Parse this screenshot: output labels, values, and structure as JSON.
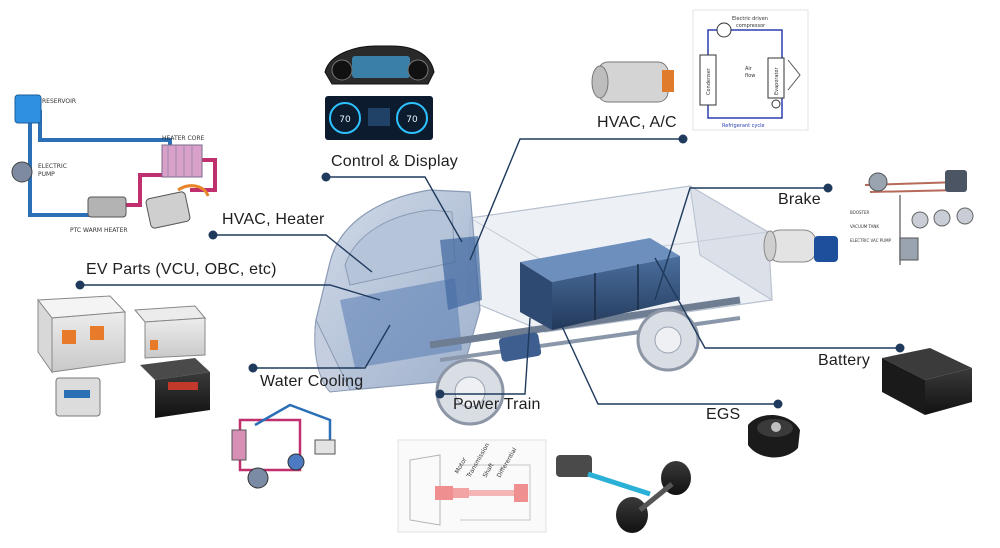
{
  "labels": {
    "hvac_ac": "HVAC, A/C",
    "control_display": "Control & Display",
    "hvac_heater": "HVAC, Heater",
    "ev_parts": "EV Parts (VCU, OBC, etc)",
    "water_cooling": "Water Cooling",
    "power_train": "Power Train",
    "brake": "Brake",
    "battery": "Battery",
    "egs": "EGS"
  },
  "heater_diagram": {
    "reservoir": "RESERVOIR",
    "electric_pump_1": "ELECTRIC",
    "electric_pump_2": "PUMP",
    "heater_core": "HEATER CORE",
    "ptc_heater": "PTC WARM HEATER"
  },
  "ac_diagram": {
    "compressor_1": "Electric driven",
    "compressor_2": "compressor",
    "condenser": "Condenser",
    "evaporator": "Evaporator",
    "air_flow_1": "Air",
    "air_flow_2": "flow",
    "cycle": "Refrigerant cycle"
  },
  "brake_diagram": {
    "booster": "BOOSTER",
    "vacuum_tank": "VACUUM TANK",
    "pump": "ELECTRIC VAC PUMP"
  },
  "drivetrain_diagram": {
    "motor": "Motor",
    "transmission": "Transmission",
    "shaft": "Shaft",
    "differential": "Differential"
  },
  "dashboard": {
    "left_gauge": "70",
    "right_gauge": "70"
  },
  "colors": {
    "leader_line": "#1f3a5c",
    "dot": "#1f3a5c",
    "truck_cab": "#4a73a8",
    "battery_block": "#2e4e78"
  }
}
